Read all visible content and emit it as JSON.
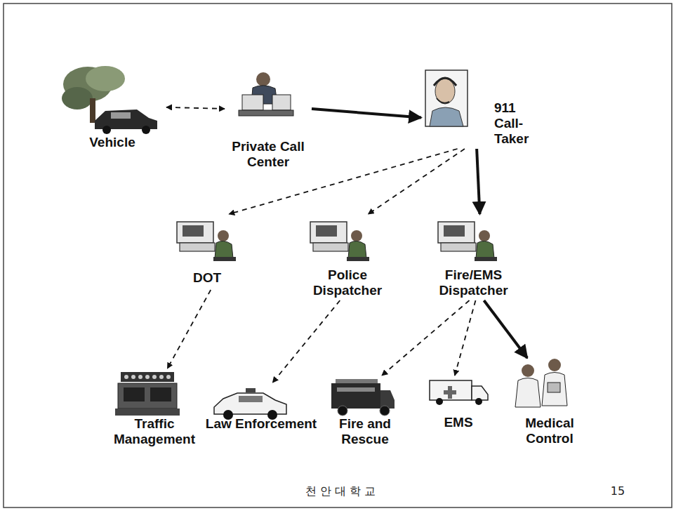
{
  "diagram": {
    "nodes": [
      {
        "text": [
          "Vehicle"
        ]
      },
      {
        "text": [
          "Private Call Center"
        ]
      },
      {
        "text": [
          "911 Call-Taker"
        ]
      },
      {
        "text": [
          "DOT"
        ]
      },
      {
        "text": [
          "Police Dispatcher"
        ]
      },
      {
        "text": [
          "Fire/EMS Dispatcher"
        ]
      },
      {
        "text": [
          "Traffic Management"
        ]
      },
      {
        "text": [
          "Law Enforcement"
        ]
      },
      {
        "text": [
          "Fire and Rescue"
        ]
      },
      {
        "text": [
          "EMS"
        ]
      },
      {
        "text": [
          "Medical Control"
        ]
      }
    ],
    "edges": [
      {
        "from": 0,
        "to": 1,
        "arrow": "both"
      },
      {
        "from": 1,
        "to": 2,
        "arrow": "to"
      },
      {
        "from": 2,
        "to": 3,
        "arrow": "to"
      },
      {
        "from": 2,
        "to": 4,
        "arrow": "to"
      },
      {
        "from": 2,
        "to": 5,
        "arrow": "to"
      },
      {
        "from": 3,
        "to": 6,
        "arrow": "to"
      },
      {
        "from": 4,
        "to": 7,
        "arrow": "to"
      },
      {
        "from": 5,
        "to": 8,
        "arrow": "to"
      },
      {
        "from": 5,
        "to": 9,
        "arrow": "to"
      },
      {
        "from": 5,
        "to": 10,
        "arrow": "to"
      }
    ],
    "labels": [
      "천 안 대 학 교",
      "15"
    ]
  }
}
